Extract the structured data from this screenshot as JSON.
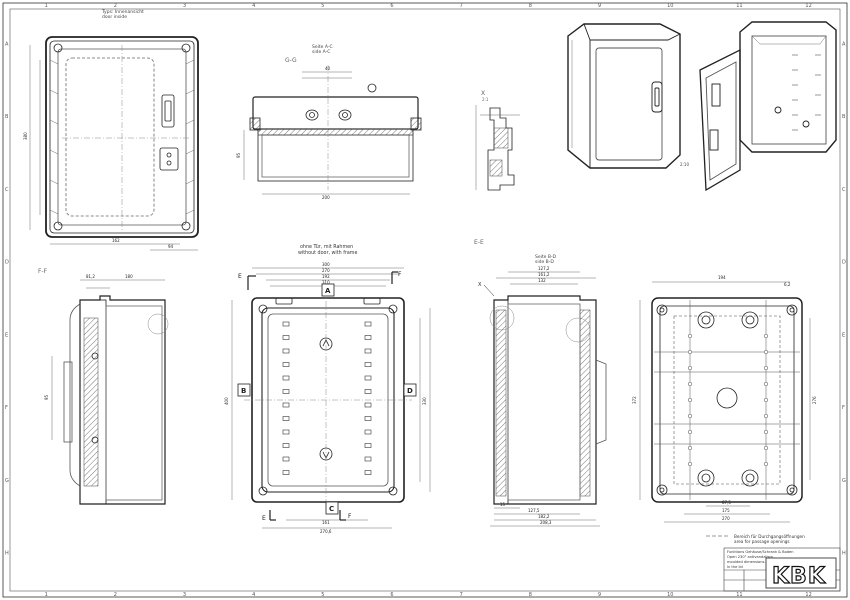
{
  "frame": {
    "top_numbers": [
      "1",
      "2",
      "3",
      "4",
      "5",
      "6",
      "7",
      "8",
      "9",
      "10",
      "11",
      "12"
    ],
    "side_letters": [
      "A",
      "B",
      "C",
      "D",
      "E",
      "F",
      "G",
      "H"
    ]
  },
  "views": {
    "door_front": {
      "note_line1": "Typs: Innenansicht",
      "note_line2": "door inside",
      "dim_width_a": "162",
      "dim_width_b": "94",
      "dim_height": "380"
    },
    "gg_section": {
      "label": "G-G",
      "side_line1": "Seite A-C",
      "side_line2": "side A-C",
      "dim_top": "40",
      "dim_bottom": "200",
      "dim_side": "95"
    },
    "x_detail": {
      "label": "X",
      "scale": "2:1"
    },
    "iso": {
      "scale": "2:10"
    },
    "ff_section": {
      "label": "F-F",
      "dim_a": "81,2",
      "dim_b": "180",
      "dim_c": "95"
    },
    "main_front": {
      "title_line1": "ohne Tür, mit Rahmen",
      "title_line2": "without door, with frame",
      "dim_top_1": "300",
      "dim_top_2": "270",
      "dim_top_3": "192",
      "dim_top_4": "310",
      "dim_bottom_1": "161",
      "dim_bottom_2": "270,6",
      "dim_left": "400",
      "dim_right": "330",
      "marker_a": "A",
      "marker_b": "B",
      "marker_c": "C",
      "marker_d": "D",
      "cut_e": "E",
      "cut_f": "F"
    },
    "ee_section": {
      "label": "E-E",
      "side_line1": "Seite B-D",
      "side_line2": "side B-D",
      "callout": "X",
      "dim_top_1": "127,2",
      "dim_top_2": "161,2",
      "dim_top_3": "132",
      "dim_bottom_1": "15",
      "dim_bottom_2": "127,5",
      "dim_bottom_3": "182,2",
      "dim_bottom_4": "208,3"
    },
    "bottom_view": {
      "dim_top": "194",
      "dim_corner": "6,2",
      "dim_left": "372",
      "dim_right": "276",
      "dim_bottom_1": "87,5",
      "dim_bottom_2": "175",
      "dim_bottom_3": "270"
    }
  },
  "notes": {
    "legend_line1": "Bereich für Durchgangsöffnungen",
    "legend_line2": "area for passage openings"
  },
  "title_block": {
    "text_line1": "Funktions Gehäuse/Schrank & Boden",
    "text_line2": "Open 230° antivandalism...",
    "text_line3": "moulded dimensions...",
    "text_line4": "in the lid",
    "logo": "KBK"
  }
}
